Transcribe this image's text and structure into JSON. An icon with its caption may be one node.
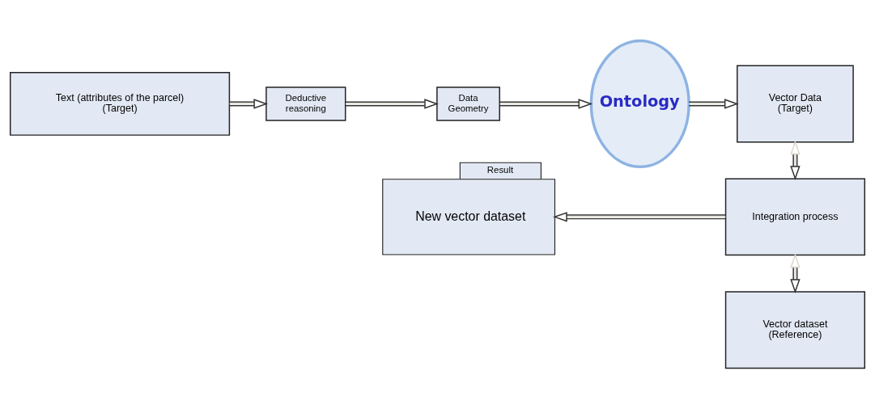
{
  "diagram": {
    "nodes": [
      {
        "text": [
          "Text (attributes of the parcel) (Target)"
        ]
      },
      {
        "text": [
          "Deductive reasoning"
        ]
      },
      {
        "text": [
          "Data Geometry"
        ]
      },
      {
        "text": [
          "Ontology"
        ]
      },
      {
        "text": [
          "Vector Data (Target)"
        ]
      },
      {
        "text": [
          "Result",
          "New vector dataset"
        ]
      },
      {
        "text": [
          "Integration process"
        ]
      },
      {
        "text": [
          "Vector dataset (Reference)"
        ]
      }
    ],
    "edges": [
      {
        "from": 0,
        "to": 1,
        "arrow": "to"
      },
      {
        "from": 1,
        "to": 2,
        "arrow": "to"
      },
      {
        "from": 2,
        "to": 3,
        "arrow": "to"
      },
      {
        "from": 3,
        "to": 4,
        "arrow": "to"
      },
      {
        "from": 4,
        "to": 6,
        "arrow": "both"
      },
      {
        "from": 6,
        "to": 5,
        "arrow": "to"
      },
      {
        "from": 6,
        "to": 7,
        "arrow": "both"
      }
    ]
  }
}
